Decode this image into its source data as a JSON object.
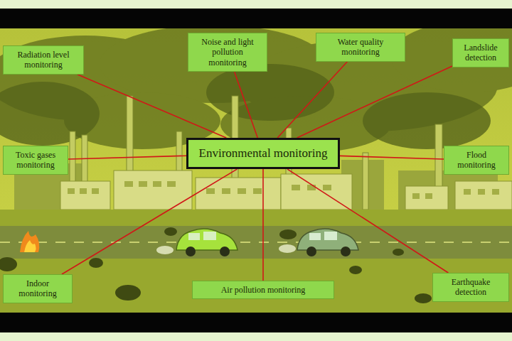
{
  "diagram": {
    "nodes": [
      {
        "text": [
          "Radiation level monitoring"
        ]
      },
      {
        "text": [
          "Noise and light pollution monitoring"
        ]
      },
      {
        "text": [
          "Water quality monitoring"
        ]
      },
      {
        "text": [
          "Landslide detection"
        ]
      },
      {
        "text": [
          "Toxic gases monitoring"
        ]
      },
      {
        "text": [
          "Environmental monitoring"
        ]
      },
      {
        "text": [
          "Flood monitoring"
        ]
      },
      {
        "text": [
          "Indoor monitoring"
        ]
      },
      {
        "text": [
          "Air pollution monitoring"
        ]
      },
      {
        "text": [
          "Earthquake detection"
        ]
      }
    ],
    "edges": [
      {
        "from": 5,
        "to": 0,
        "arrow": "none"
      },
      {
        "from": 5,
        "to": 1,
        "arrow": "none"
      },
      {
        "from": 5,
        "to": 2,
        "arrow": "none"
      },
      {
        "from": 5,
        "to": 3,
        "arrow": "none"
      },
      {
        "from": 5,
        "to": 4,
        "arrow": "none"
      },
      {
        "from": 5,
        "to": 6,
        "arrow": "none"
      },
      {
        "from": 5,
        "to": 7,
        "arrow": "none"
      },
      {
        "from": 5,
        "to": 8,
        "arrow": "none"
      },
      {
        "from": 5,
        "to": 9,
        "arrow": "none"
      }
    ]
  }
}
